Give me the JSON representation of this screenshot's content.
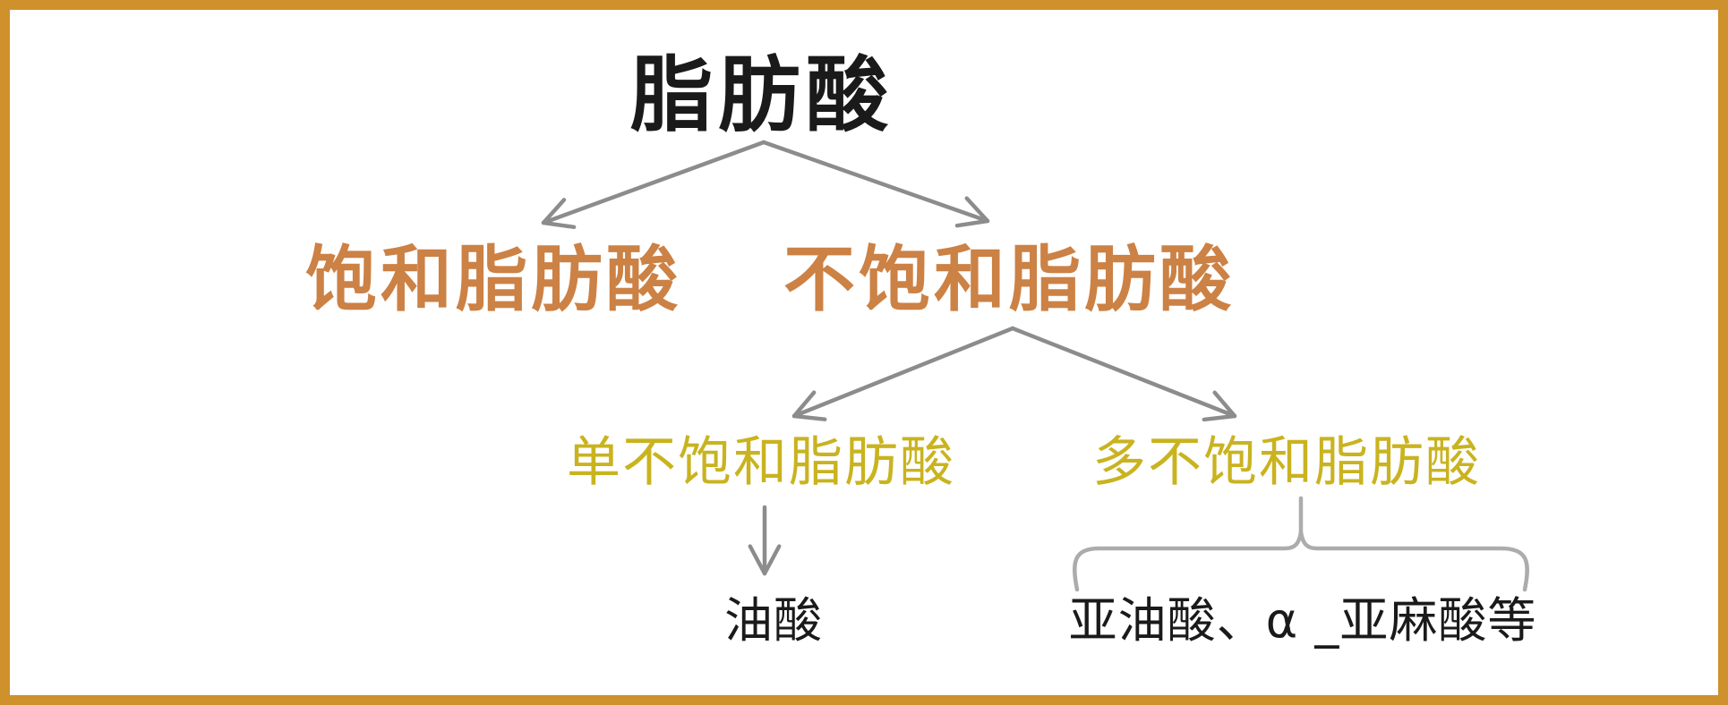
{
  "colors": {
    "border": "#CE912C",
    "background": "#FFFFFF",
    "root": "#1A1A1A",
    "level2": "#CC8145",
    "level3": "#C9B31F",
    "example": "#1A1A1A",
    "arrow": "#8C8C8C",
    "brace": "#ACACAC"
  },
  "diagram": {
    "root": {
      "label": "脂肪酸"
    },
    "level2": {
      "saturated": {
        "label": "饱和脂肪酸"
      },
      "unsaturated": {
        "label": "不饱和脂肪酸"
      }
    },
    "level3": {
      "monounsaturated": {
        "label": "单不饱和脂肪酸"
      },
      "polyunsaturated": {
        "label": "多不饱和脂肪酸"
      }
    },
    "examples": {
      "oleic": {
        "label": "油酸"
      },
      "poly_examples": {
        "label": "亚油酸、α _亚麻酸等"
      }
    }
  }
}
